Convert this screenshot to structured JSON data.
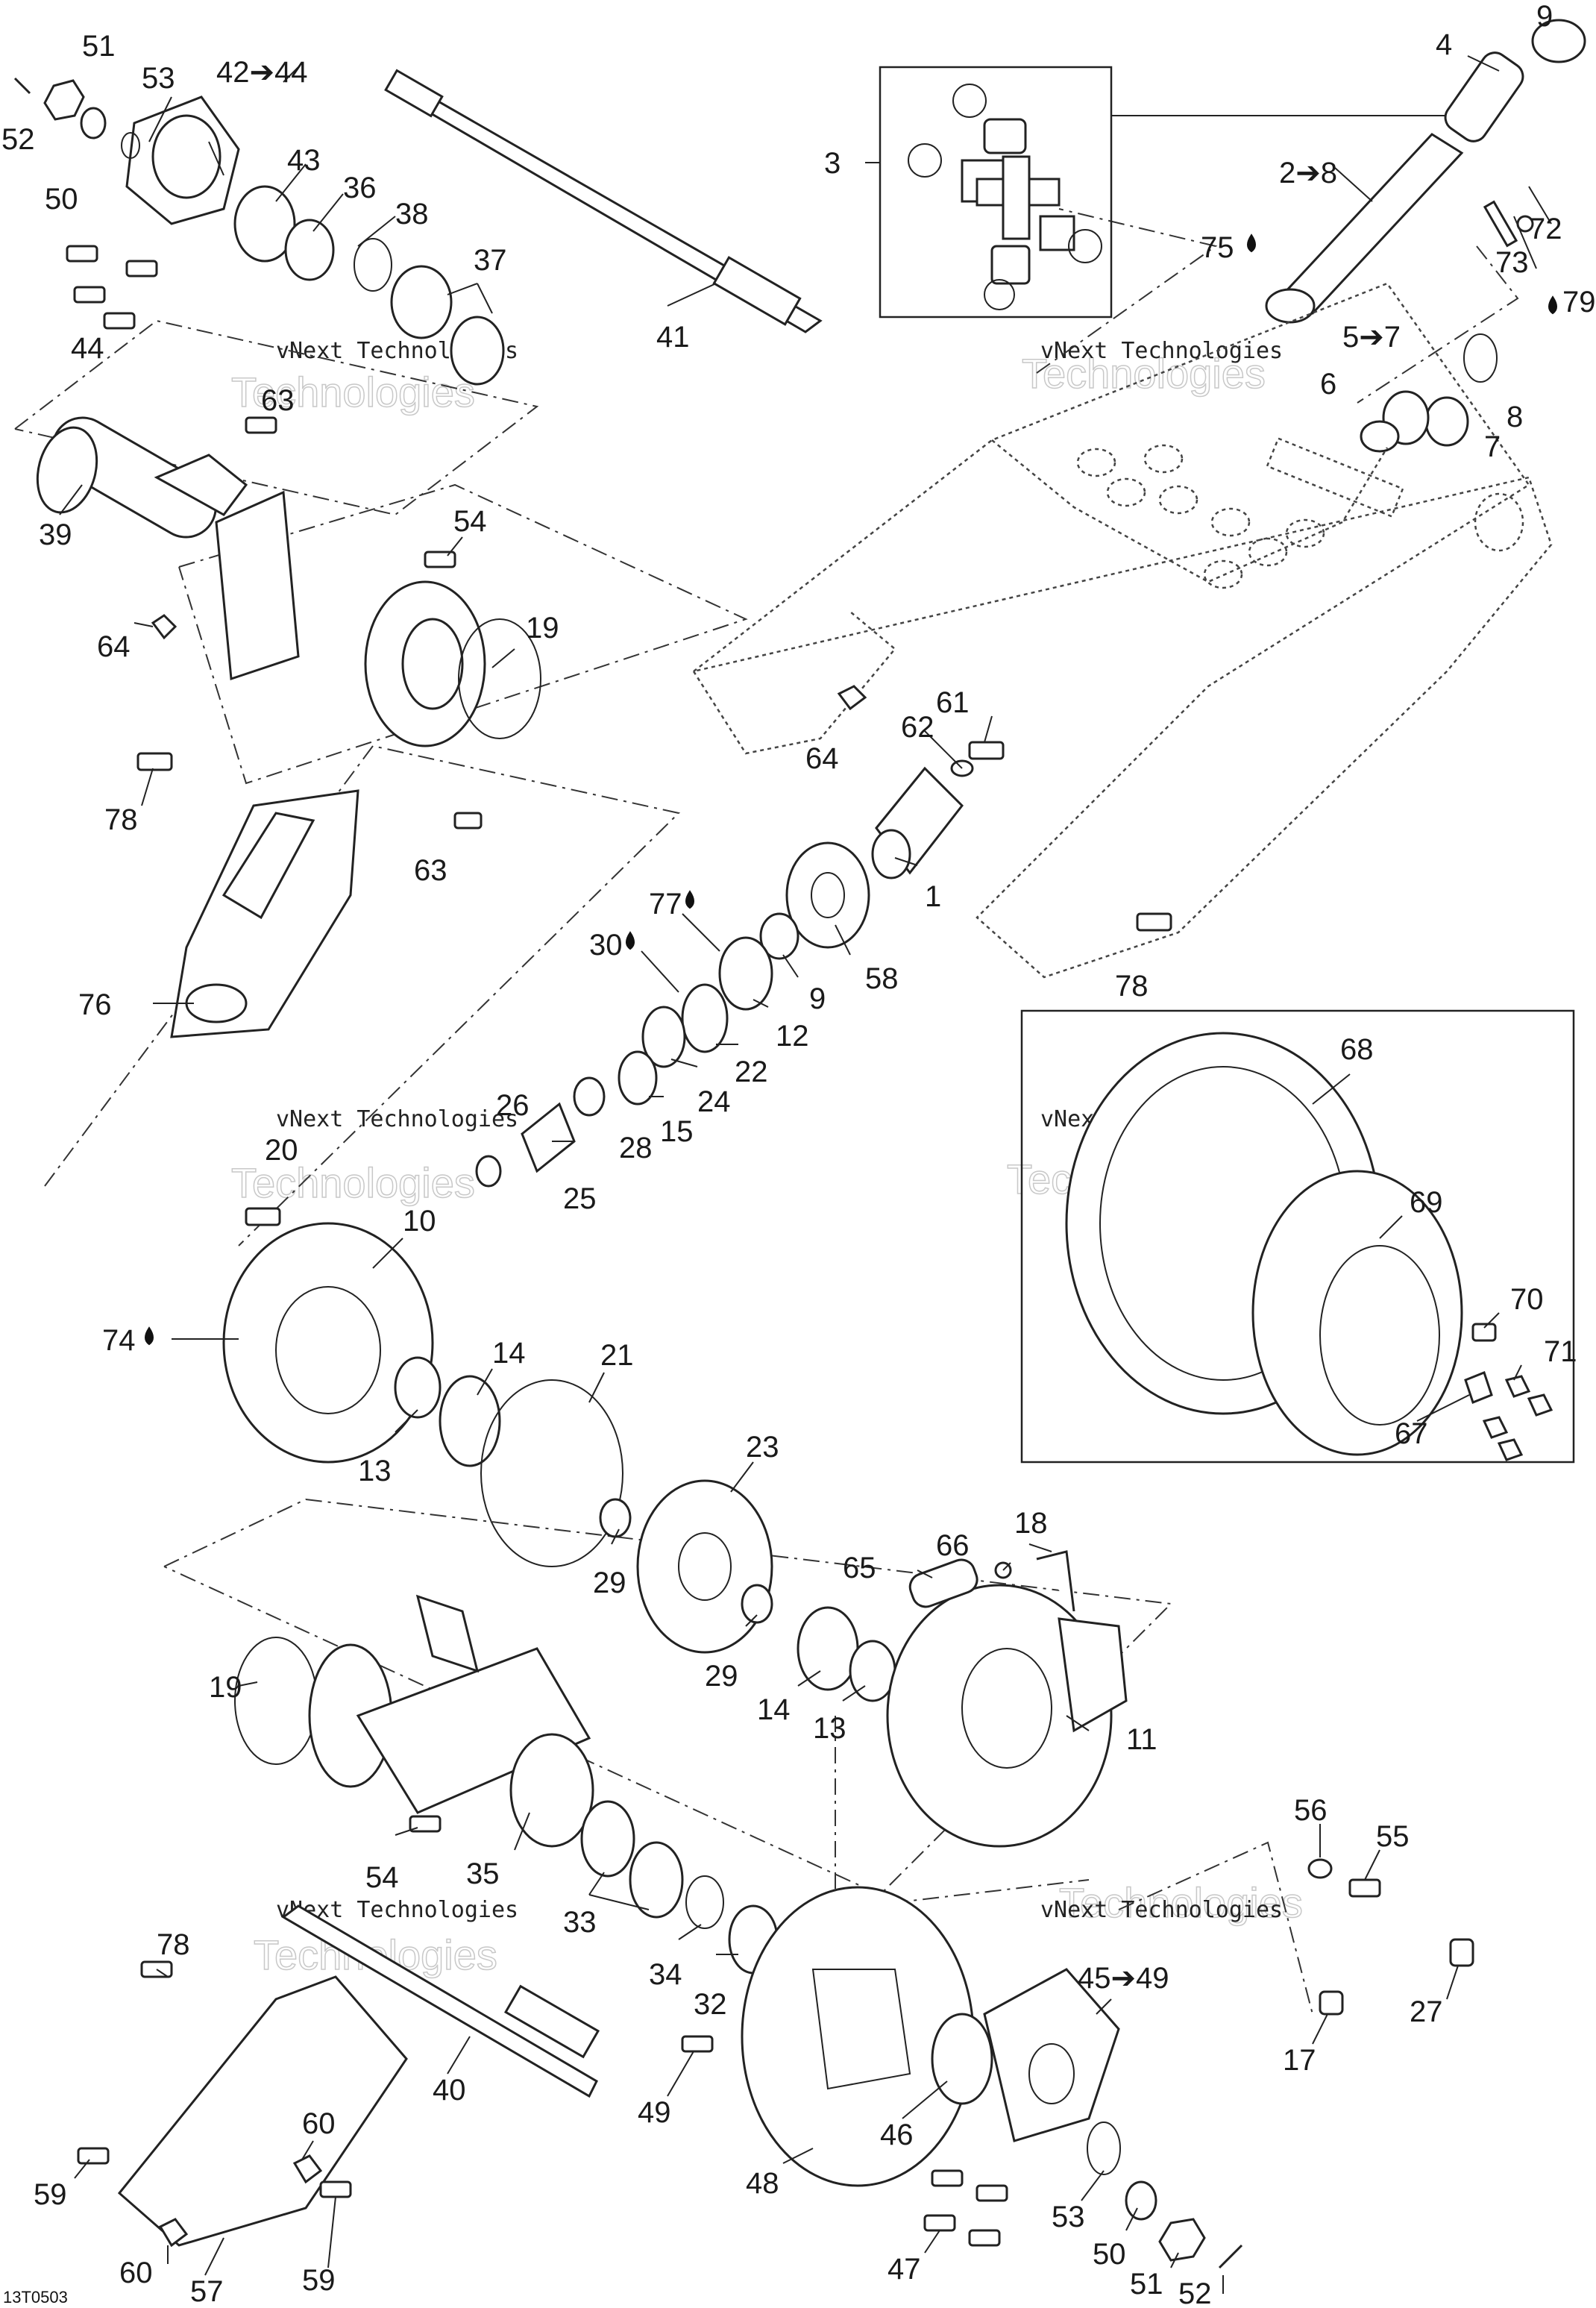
{
  "diagram": {
    "reference_code": "13T0503",
    "watermark_text": "vNext Technologies",
    "watermark_big_text": "Technologies",
    "callouts": [
      {
        "id": "c51a",
        "text": "51"
      },
      {
        "id": "c52a",
        "text": "52"
      },
      {
        "id": "c50a",
        "text": "50"
      },
      {
        "id": "c53a",
        "text": "53"
      },
      {
        "id": "c42",
        "text": "42➔44"
      },
      {
        "id": "c43",
        "text": "43"
      },
      {
        "id": "c36",
        "text": "36"
      },
      {
        "id": "c38",
        "text": "38"
      },
      {
        "id": "c37",
        "text": "37"
      },
      {
        "id": "c44",
        "text": "44"
      },
      {
        "id": "c41",
        "text": "41"
      },
      {
        "id": "c63a",
        "text": "63"
      },
      {
        "id": "c39",
        "text": "39"
      },
      {
        "id": "c54a",
        "text": "54"
      },
      {
        "id": "c19a",
        "text": "19"
      },
      {
        "id": "c64a",
        "text": "64"
      },
      {
        "id": "c78a",
        "text": "78"
      },
      {
        "id": "c63b",
        "text": "63"
      },
      {
        "id": "c76",
        "text": "76"
      },
      {
        "id": "c9a",
        "text": "9"
      },
      {
        "id": "c4",
        "text": "4"
      },
      {
        "id": "c3",
        "text": "3"
      },
      {
        "id": "c2",
        "text": "2➔8"
      },
      {
        "id": "c75",
        "text": "75"
      },
      {
        "id": "c72",
        "text": "72"
      },
      {
        "id": "c73",
        "text": "73"
      },
      {
        "id": "c79",
        "text": "79"
      },
      {
        "id": "c5",
        "text": "5➔7"
      },
      {
        "id": "c6",
        "text": "6"
      },
      {
        "id": "c8",
        "text": "8"
      },
      {
        "id": "c7",
        "text": "7"
      },
      {
        "id": "c64b",
        "text": "64"
      },
      {
        "id": "c61",
        "text": "61"
      },
      {
        "id": "c62",
        "text": "62"
      },
      {
        "id": "c1",
        "text": "1"
      },
      {
        "id": "c78b",
        "text": "78"
      },
      {
        "id": "c77",
        "text": "77"
      },
      {
        "id": "c30",
        "text": "30"
      },
      {
        "id": "c58",
        "text": "58"
      },
      {
        "id": "c9b",
        "text": "9"
      },
      {
        "id": "c12",
        "text": "12"
      },
      {
        "id": "c22",
        "text": "22"
      },
      {
        "id": "c24",
        "text": "24"
      },
      {
        "id": "c15",
        "text": "15"
      },
      {
        "id": "c28",
        "text": "28"
      },
      {
        "id": "c26",
        "text": "26"
      },
      {
        "id": "c20",
        "text": "20"
      },
      {
        "id": "c25",
        "text": "25"
      },
      {
        "id": "c10",
        "text": "10"
      },
      {
        "id": "c74",
        "text": "74"
      },
      {
        "id": "c14a",
        "text": "14"
      },
      {
        "id": "c21",
        "text": "21"
      },
      {
        "id": "c13a",
        "text": "13"
      },
      {
        "id": "c23",
        "text": "23"
      },
      {
        "id": "c29a",
        "text": "29"
      },
      {
        "id": "c18",
        "text": "18"
      },
      {
        "id": "c66",
        "text": "66"
      },
      {
        "id": "c65",
        "text": "65"
      },
      {
        "id": "c29b",
        "text": "29"
      },
      {
        "id": "c14b",
        "text": "14"
      },
      {
        "id": "c13b",
        "text": "13"
      },
      {
        "id": "c11",
        "text": "11"
      },
      {
        "id": "c19b",
        "text": "19"
      },
      {
        "id": "c54b",
        "text": "54"
      },
      {
        "id": "c35",
        "text": "35"
      },
      {
        "id": "c33",
        "text": "33"
      },
      {
        "id": "c34",
        "text": "34"
      },
      {
        "id": "c32",
        "text": "32"
      },
      {
        "id": "c68",
        "text": "68"
      },
      {
        "id": "c69",
        "text": "69"
      },
      {
        "id": "c70",
        "text": "70"
      },
      {
        "id": "c71",
        "text": "71"
      },
      {
        "id": "c67",
        "text": "67"
      },
      {
        "id": "c56",
        "text": "56"
      },
      {
        "id": "c55",
        "text": "55"
      },
      {
        "id": "c27",
        "text": "27"
      },
      {
        "id": "c17",
        "text": "17"
      },
      {
        "id": "c45",
        "text": "45➔49"
      },
      {
        "id": "c78c",
        "text": "78"
      },
      {
        "id": "c40",
        "text": "40"
      },
      {
        "id": "c49",
        "text": "49"
      },
      {
        "id": "c48",
        "text": "48"
      },
      {
        "id": "c46",
        "text": "46"
      },
      {
        "id": "c53b",
        "text": "53"
      },
      {
        "id": "c50b",
        "text": "50"
      },
      {
        "id": "c51b",
        "text": "51"
      },
      {
        "id": "c52b",
        "text": "52"
      },
      {
        "id": "c47",
        "text": "47"
      },
      {
        "id": "c60a",
        "text": "60"
      },
      {
        "id": "c59a",
        "text": "59"
      },
      {
        "id": "c60b",
        "text": "60"
      },
      {
        "id": "c57",
        "text": "57"
      },
      {
        "id": "c59b",
        "text": "59"
      }
    ]
  }
}
